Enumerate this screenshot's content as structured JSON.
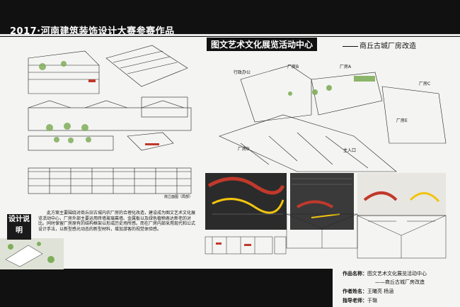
{
  "header": {
    "competition_title": "2017·河南建筑装饰设计大赛参赛作品"
  },
  "project": {
    "title": "图文艺术文化展览活动中心",
    "subtitle": "商丘古城厂房改造"
  },
  "drawing_labels": {
    "south_elevation": "南立面图（局部）",
    "fac_a": "厂房A",
    "fac_b": "厂房B",
    "fac_c": "厂房C",
    "fac_d": "厂房D",
    "fac_e": "厂房E",
    "office": "行政办公",
    "gate": "主入口"
  },
  "description": {
    "label": "设计说明",
    "text": "此方案主要围绕对商丘旧古城内农厂房的合理化改造，建设成为图文艺术文化展览活动中心，厂房外部主要运用砖墙玻璃幕墙、金属板以及绿色植物表达新老的对比。同时保留厂房原有的结构框架以形成历史场所感。而在厂房内部采用现代和公式设计手法，以新型感光动态的新型材料，增加游客的视觉体验感。"
  },
  "credits": {
    "work_label": "作品名称：",
    "work_name": "图文艺术文化展览活动中心",
    "work_sub": "——商丘古城厂房改造",
    "author_label": "作者姓名：",
    "authors": "王曦亮  杨涵",
    "advisor_label": "指导老师：",
    "advisor": "于璐"
  },
  "colors": {
    "background": "#111111",
    "panel": "#f4f4f2",
    "accent_red": "#c0392b",
    "accent_yellow": "#f1c40f",
    "green": "#7fae5a"
  }
}
